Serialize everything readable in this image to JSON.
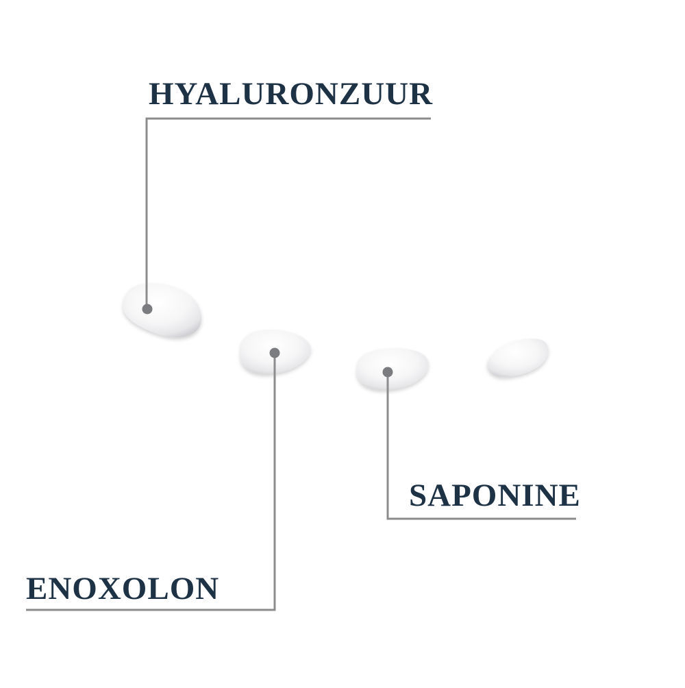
{
  "diagram": {
    "type": "ingredient-callout",
    "colors": {
      "background": "#ffffff",
      "label_text": "#1e3246",
      "leader_line": "#8c8c8e",
      "dot": "#7a7c80",
      "drop_fill": "#f7f7f8",
      "drop_shadow": "#d4d4d8"
    },
    "labels": [
      {
        "id": "hyaluronzuur",
        "text": "HYALURONZUUR",
        "points_to_drop": 1
      },
      {
        "id": "enoxolon",
        "text": "ENOXOLON",
        "points_to_drop": 2
      },
      {
        "id": "saponine",
        "text": "SAPONINE",
        "points_to_drop": 3
      }
    ],
    "drops": [
      {
        "index": 1,
        "has_marker": true
      },
      {
        "index": 2,
        "has_marker": true
      },
      {
        "index": 3,
        "has_marker": true
      },
      {
        "index": 4,
        "has_marker": false
      }
    ]
  }
}
